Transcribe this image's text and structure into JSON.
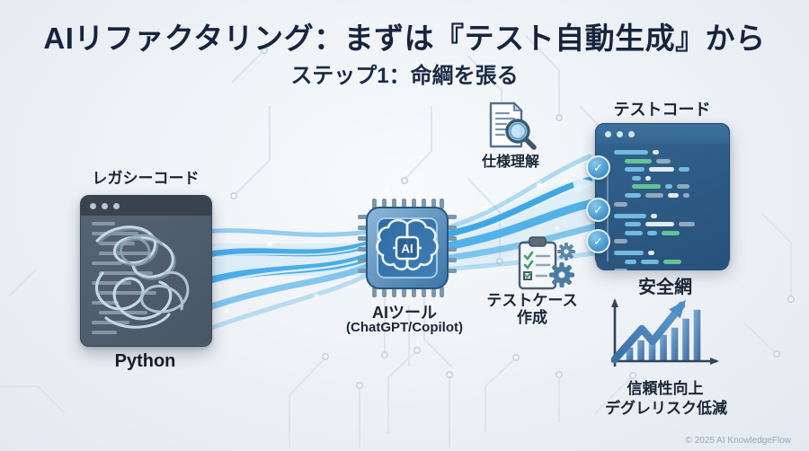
{
  "header": {
    "title": "AIリファクタリング：まずは『テスト自動生成』から",
    "subtitle": "ステップ1：命綱を張る"
  },
  "legacy": {
    "label": "レガシーコード",
    "language": "Python"
  },
  "ai_tool": {
    "chip_text": "AI",
    "label": "AIツール",
    "sublabel": "(ChatGPT/Copilot)"
  },
  "process_steps": {
    "spec_understanding": "仕様理解",
    "test_case_line1": "テストケース",
    "test_case_line2": "作成"
  },
  "test_code": {
    "label": "テストコード",
    "caption": "安全網",
    "check_mark": "✓"
  },
  "outcome": {
    "line1": "信頼性向上",
    "line2": "デグレリスク低減",
    "chart": {
      "type": "bar",
      "trend": "increasing",
      "bar_heights": [
        16,
        24,
        20,
        30,
        38,
        48,
        58
      ]
    }
  },
  "footer": {
    "copyright": "© 2025 AI KnowledgeFlow"
  },
  "colors": {
    "title_text": "#17243e",
    "flow_accent": "#3aa6e6",
    "legacy_window": "#4e5b6a",
    "test_window": "#2d5d86",
    "chip_blue": "#3d7cb0",
    "chart_blue": "#4e8ec2"
  }
}
